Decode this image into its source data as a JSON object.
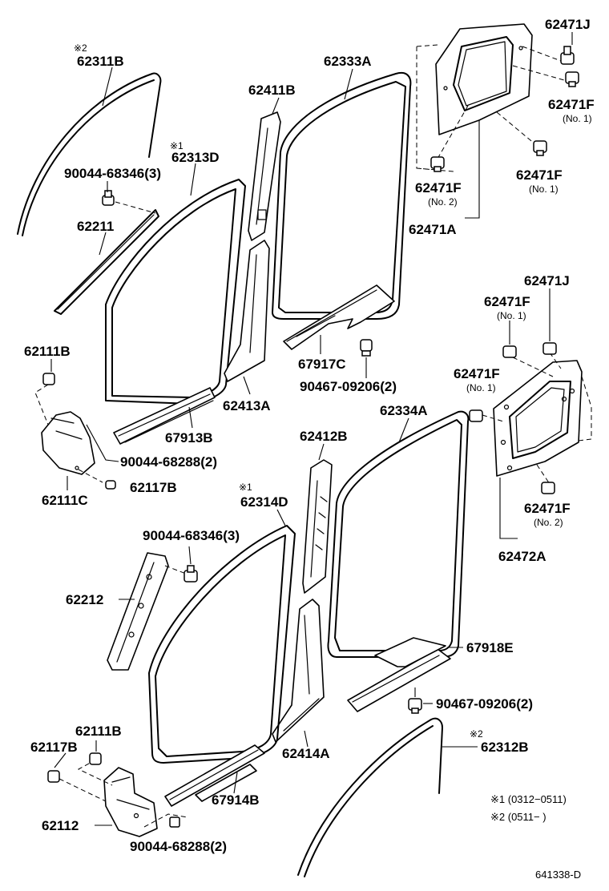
{
  "labels": {
    "l_62311B": "62311B",
    "l_62311B_mark": "※2",
    "l_62333A": "62333A",
    "l_62411B": "62411B",
    "l_62313D": "62313D",
    "l_62313D_mark": "※1",
    "l_90044_68346_a": "90044-68346(3)",
    "l_62211": "62211",
    "l_62111B_a": "62111B",
    "l_62413A": "62413A",
    "l_67917C": "67917C",
    "l_90467_09206_a": "90467-09206(2)",
    "l_67913B": "67913B",
    "l_90044_68288_a": "90044-68288(2)",
    "l_62111C": "62111C",
    "l_62117B_a": "62117B",
    "l_62471J_a": "62471J",
    "l_62471F_a": "62471F",
    "l_62471F_a_sub": "(No. 1)",
    "l_62471F_b": "62471F",
    "l_62471F_b_sub": "(No. 1)",
    "l_62471F_c": "62471F",
    "l_62471F_c_sub": "(No. 2)",
    "l_62471A": "62471A",
    "l_62471J_b": "62471J",
    "l_62471F_d": "62471F",
    "l_62471F_d_sub": "(No. 1)",
    "l_62471F_e": "62471F",
    "l_62471F_e_sub": "(No. 1)",
    "l_62334A": "62334A",
    "l_62412B": "62412B",
    "l_62314D": "62314D",
    "l_62314D_mark": "※1",
    "l_62471F_f": "62471F",
    "l_62471F_f_sub": "(No. 2)",
    "l_62472A": "62472A",
    "l_90044_68346_b": "90044-68346(3)",
    "l_62212": "62212",
    "l_67918E": "67918E",
    "l_90467_09206_b": "90467-09206(2)",
    "l_62111B_b": "62111B",
    "l_62117B_b": "62117B",
    "l_62414A": "62414A",
    "l_62312B": "62312B",
    "l_62312B_mark": "※2",
    "l_67914B": "67914B",
    "l_62112": "62112",
    "l_90044_68288_b": "90044-68288(2)"
  },
  "notes": {
    "note1": "※1  (0312−0511)",
    "note2": "※2  (0511−       )"
  },
  "reference": "641338-D"
}
